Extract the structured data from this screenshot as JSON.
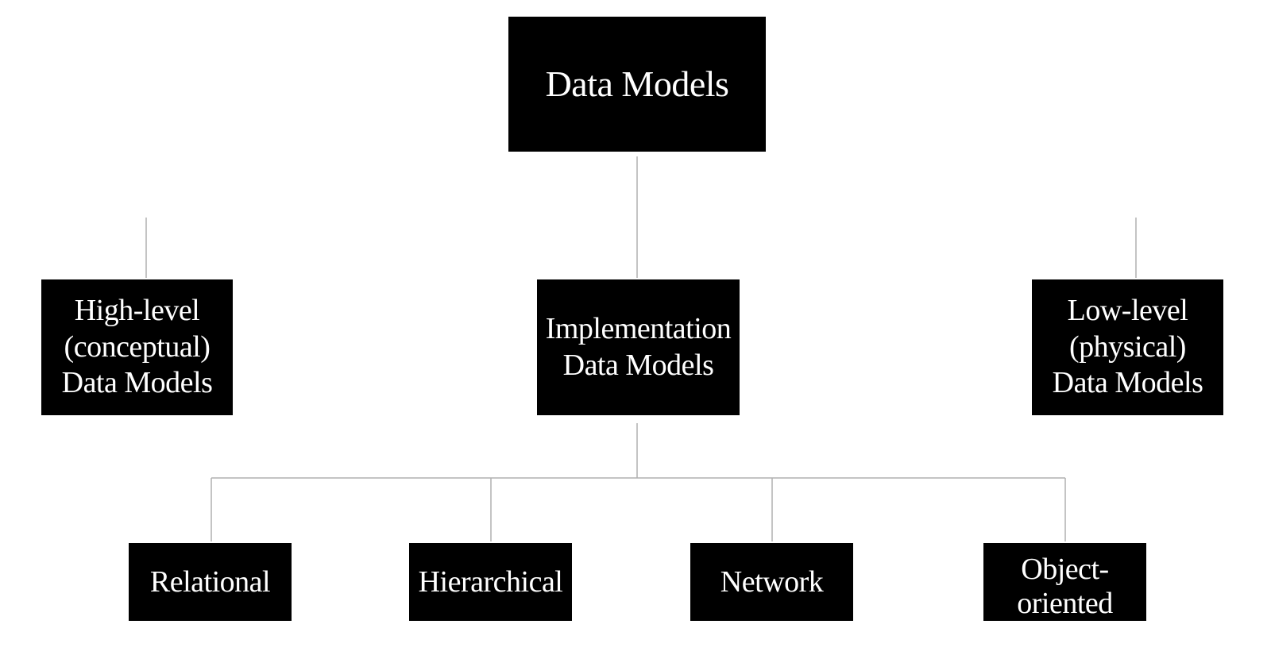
{
  "diagram": {
    "root": {
      "label": "Data Models"
    },
    "level1": {
      "high": {
        "label": "High-level\n(conceptual)\nData Models"
      },
      "implementation": {
        "label": "Implementation\nData Models"
      },
      "low": {
        "label": "Low-level\n(physical)\nData Models"
      }
    },
    "level2": {
      "relational": {
        "label": "Relational"
      },
      "hierarchical": {
        "label": "Hierarchical"
      },
      "network": {
        "label": "Network"
      },
      "object": {
        "label": "Object-\noriented"
      }
    },
    "colors": {
      "box": "#000000",
      "text": "#ffffff",
      "line": "#b0b0b0"
    }
  }
}
